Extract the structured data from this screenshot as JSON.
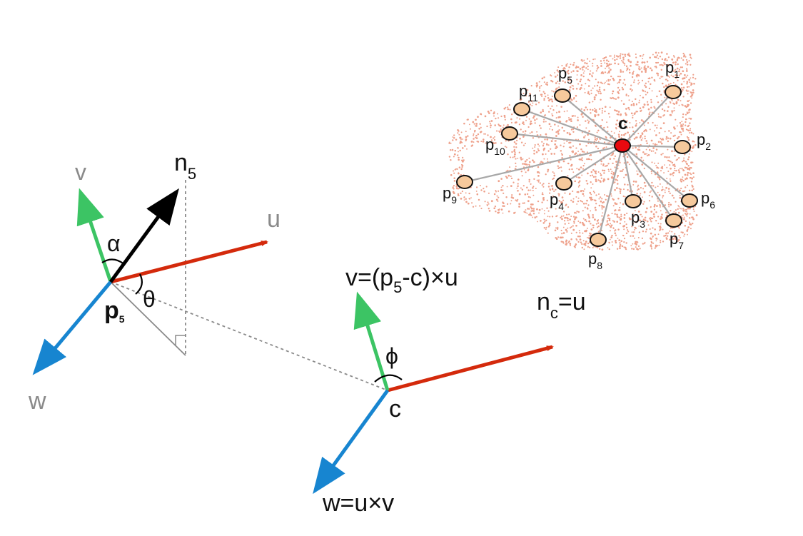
{
  "colors": {
    "u_axis": "#d42a0c",
    "v_axis": "#3cc464",
    "w_axis": "#1785d0",
    "normal": "#000000",
    "neighbor_fill": "#f6c99c",
    "center_fill": "#e8090f",
    "cloud": "#eea08a",
    "guide": "#8a8a8a"
  },
  "left_frame": {
    "point_label": "p",
    "point_sub": "5",
    "normal_label": "n",
    "normal_sub": "5",
    "u_label": "u",
    "v_label": "v",
    "w_label": "w",
    "alpha": "α",
    "theta": "θ"
  },
  "right_frame": {
    "center_label": "c",
    "phi": "ϕ",
    "v_eq_1": "v=(p",
    "v_eq_sub": "5",
    "v_eq_2": "-c)×u",
    "nc_1": "n",
    "nc_sub": "c",
    "nc_2": "=u",
    "w_eq": "w=u×v"
  },
  "point_cloud": {
    "center_label": "c",
    "neighbors": [
      {
        "base": "p",
        "sub": "1"
      },
      {
        "base": "p",
        "sub": "2"
      },
      {
        "base": "p",
        "sub": "3"
      },
      {
        "base": "p",
        "sub": "4"
      },
      {
        "base": "p",
        "sub": "5"
      },
      {
        "base": "p",
        "sub": "6"
      },
      {
        "base": "p",
        "sub": "7"
      },
      {
        "base": "p",
        "sub": "8"
      },
      {
        "base": "p",
        "sub": "9"
      },
      {
        "base": "p",
        "sub": "10"
      },
      {
        "base": "p",
        "sub": "11"
      }
    ]
  }
}
